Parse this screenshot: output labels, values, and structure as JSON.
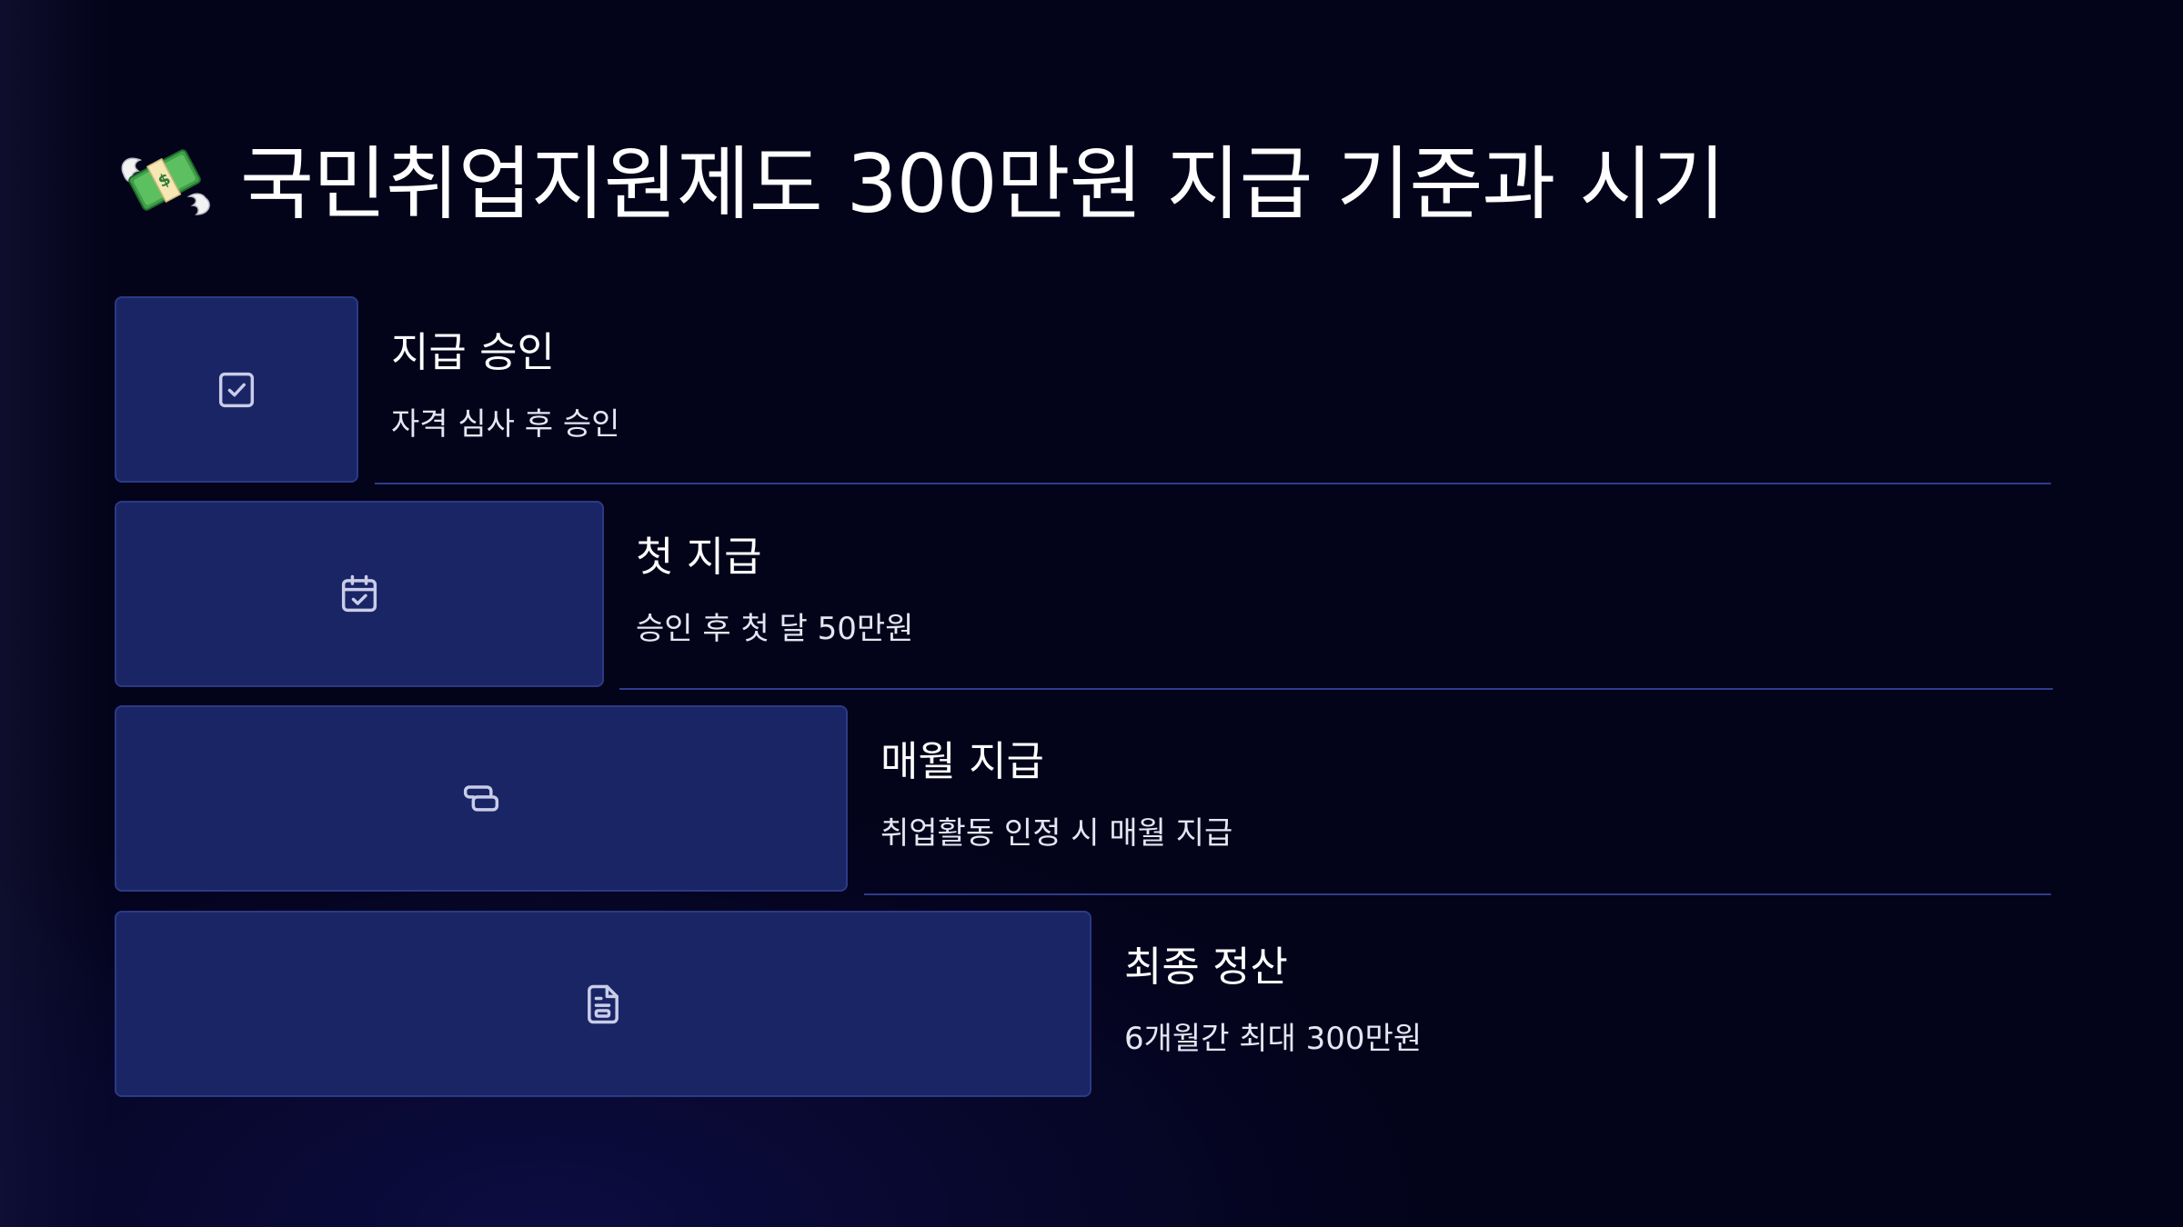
{
  "slide": {
    "title": "국민취업지원제도 300만원 지급 기준과 시기",
    "title_icon": "money-with-wings-icon"
  },
  "steps": [
    {
      "heading": "지급 승인",
      "description": "자격 심사 후 승인",
      "icon": "checkbox-icon"
    },
    {
      "heading": "첫 지급",
      "description": "승인 후 첫 달 50만원",
      "icon": "calendar-check-icon"
    },
    {
      "heading": "매월 지급",
      "description": "취업활동 인정 시 매월 지급",
      "icon": "stacked-cards-icon"
    },
    {
      "heading": "최종 정산",
      "description": "6개월간 최대 300만원",
      "icon": "document-icon"
    }
  ],
  "colors": {
    "background": "#03031a",
    "step_box": "#1a2566",
    "step_border": "#2c3a85",
    "divider": "#2e3c8a",
    "icon_stroke": "#c9cde8"
  }
}
